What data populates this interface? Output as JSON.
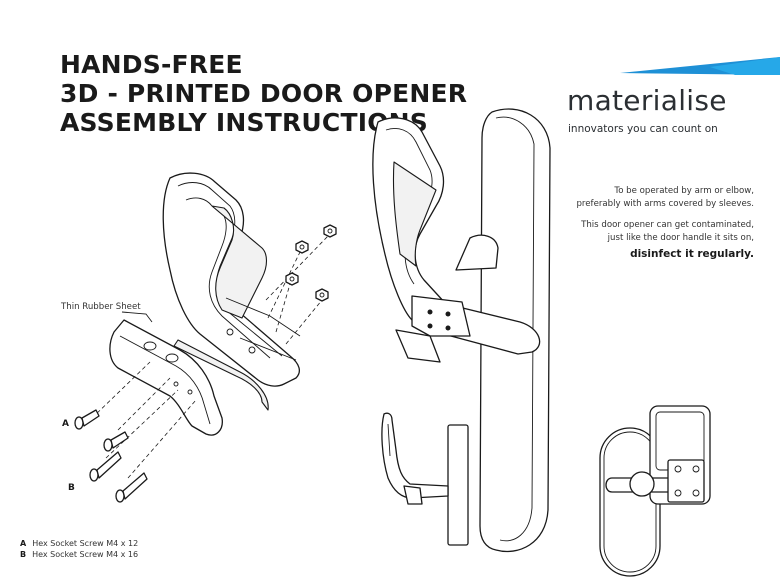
{
  "title": {
    "line1": "HANDS-FREE",
    "line2": "3D - PRINTED DOOR OPENER",
    "line3": "ASSEMBLY INSTRUCTIONS"
  },
  "brand": {
    "name": "materialise",
    "tagline": "innovators you can count on",
    "accent_color": "#1e90d6"
  },
  "instructions": {
    "operate_line1": "To be operated by arm or elbow,",
    "operate_line2": "preferably with arms covered by sleeves.",
    "caution_line1": "This door opener can get contaminated,",
    "caution_line2": "just like the door handle it sits on,",
    "caution_emphasis": "disinfect it regularly."
  },
  "labels": {
    "rubber_sheet": "Thin Rubber Sheet",
    "callout_a": "A",
    "callout_b": "B"
  },
  "legend": [
    {
      "key": "A",
      "text": "Hex Socket Screw M4 x 12"
    },
    {
      "key": "B",
      "text": "Hex Socket Screw M4 x 16"
    }
  ]
}
